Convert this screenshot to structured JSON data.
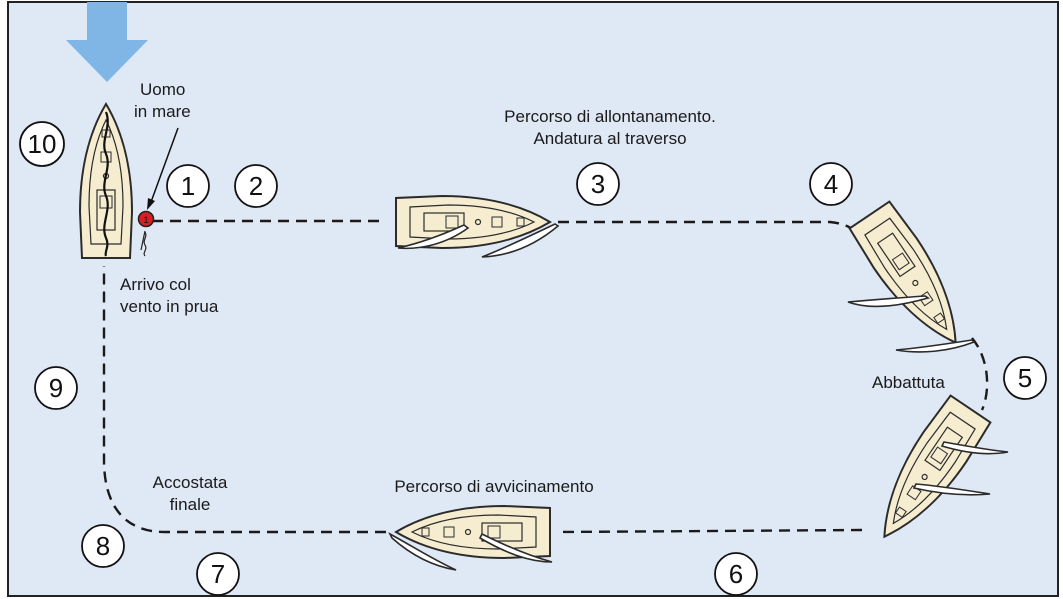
{
  "colors": {
    "water": "#dfe8f5",
    "frame": "#222222",
    "hull": "#f6ecd0",
    "wind_arrow": "#7fb6e6",
    "buoy": "#d42020"
  },
  "wind_indicator": "wind-arrow-down",
  "buoy_label": "1",
  "labels": {
    "man_overboard": [
      "Uomo",
      "in mare"
    ],
    "arrival": [
      "Arrivo col",
      "vento in prua"
    ],
    "outbound": [
      "Percorso di allontanamento.",
      "Andatura al traverso"
    ],
    "gybe": "Abbattuta",
    "approach": "Percorso di avvicinamento",
    "final_turn": [
      "Accostata",
      "finale"
    ]
  },
  "steps": [
    "1",
    "2",
    "3",
    "4",
    "5",
    "6",
    "7",
    "8",
    "9",
    "10"
  ]
}
